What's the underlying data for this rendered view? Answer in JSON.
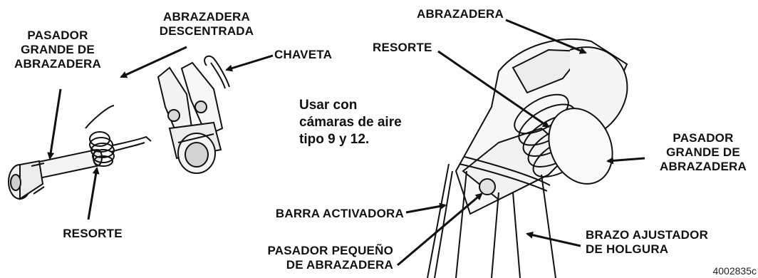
{
  "labels": {
    "abrazadera_descentrada": [
      "ABRAZADERA",
      "DESCENTRADA"
    ],
    "pasador_grande_izq": [
      "PASADOR",
      "GRANDE DE",
      "ABRAZADERA"
    ],
    "chaveta": "CHAVETA",
    "resorte_izq": "RESORTE",
    "abrazadera_top": "ABRAZADERA",
    "resorte_der": "RESORTE",
    "nota": [
      "Usar con",
      "cámaras de aire",
      "tipo 9 y 12."
    ],
    "pasador_grande_der": [
      "PASADOR",
      "GRANDE DE",
      "ABRAZADERA"
    ],
    "barra_activadora": "BARRA ACTIVADORA",
    "pasador_pequeno": [
      "PASADOR PEQUEÑO",
      "DE ABRAZADERA"
    ],
    "brazo_ajustador": [
      "BRAZO AJUSTADOR",
      "DE HOLGURA"
    ],
    "figure_code": "4002835c"
  }
}
